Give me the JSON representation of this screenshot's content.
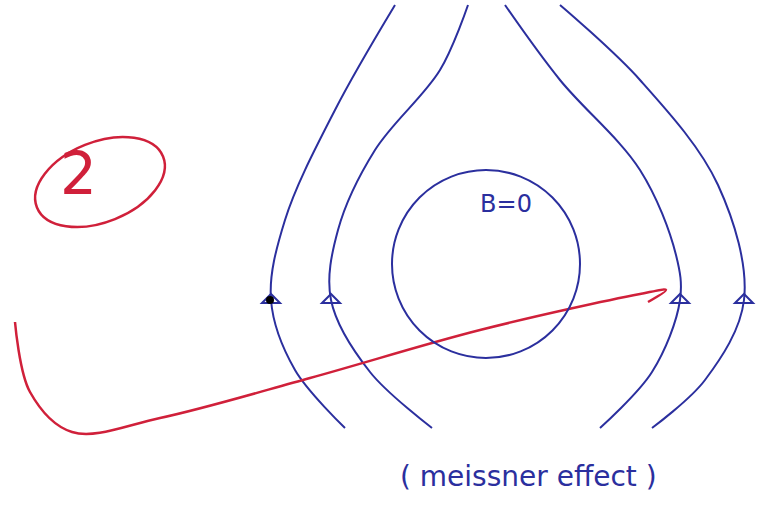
{
  "diagram": {
    "caption": "( meissner effect )",
    "nodes": [
      {
        "text": [
          "B=0"
        ]
      }
    ],
    "labels": [
      "2"
    ]
  }
}
